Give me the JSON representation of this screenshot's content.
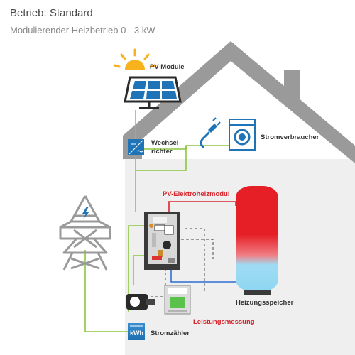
{
  "header": {
    "mode": "Betrieb: Standard",
    "subtitle": "Modulierender Heizbetrieb 0 - 3 kW"
  },
  "labels": {
    "pv": "PV-Module",
    "inverter_line1": "Wechsel-",
    "inverter_line2": "richter",
    "consumer": "Stromverbraucher",
    "heating_module": "PV-Elektroheizmodul",
    "storage": "Heizungsspeicher",
    "power_meter": "Leistungsmessung",
    "meter": "Stromzähler",
    "meter_unit": "kWh"
  },
  "colors": {
    "green_line": "#8cc63f",
    "red_line": "#d7262e",
    "blue_line": "#2f6fd0",
    "dashed": "#666666",
    "house": "#9a9a9a",
    "house_fill": "#efefef",
    "accent_blue": "#1f73b7",
    "sun": "#f7b21e"
  },
  "icons": [
    "sun-icon",
    "solar-panel-icon",
    "inverter-icon",
    "plug-icon",
    "washing-machine-icon",
    "heating-module-icon",
    "storage-tank-icon",
    "power-meter-icon",
    "current-clamp-icon",
    "meter-icon",
    "pylon-icon"
  ]
}
